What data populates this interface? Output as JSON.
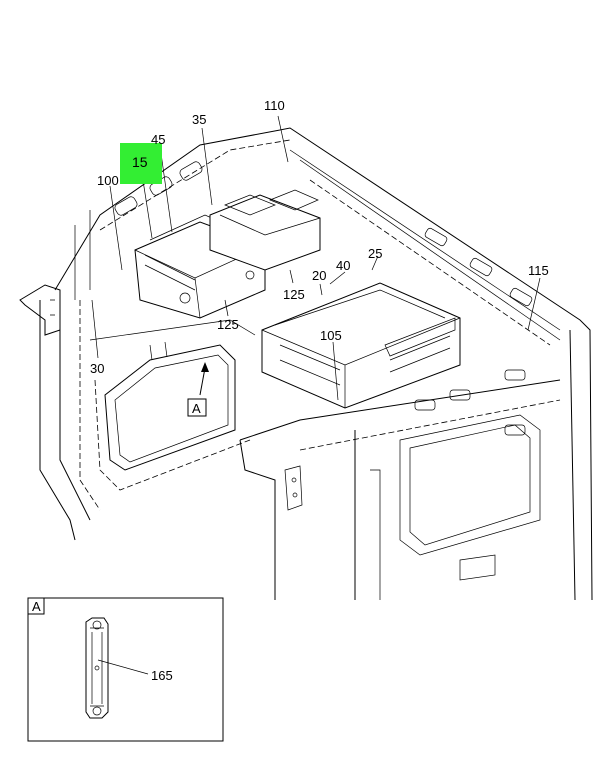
{
  "callouts": {
    "c110": "110",
    "c35": "35",
    "c45": "45",
    "c15": "15",
    "c100": "100",
    "c25": "25",
    "c40": "40",
    "c20": "20",
    "c115": "115",
    "c125a": "125",
    "c125b": "125",
    "c105": "105",
    "c30": "30",
    "view_a_marker": "A",
    "c165": "165"
  },
  "detail_view": {
    "label": "A"
  },
  "colors": {
    "highlight": "#33ee33",
    "line": "#000000"
  }
}
